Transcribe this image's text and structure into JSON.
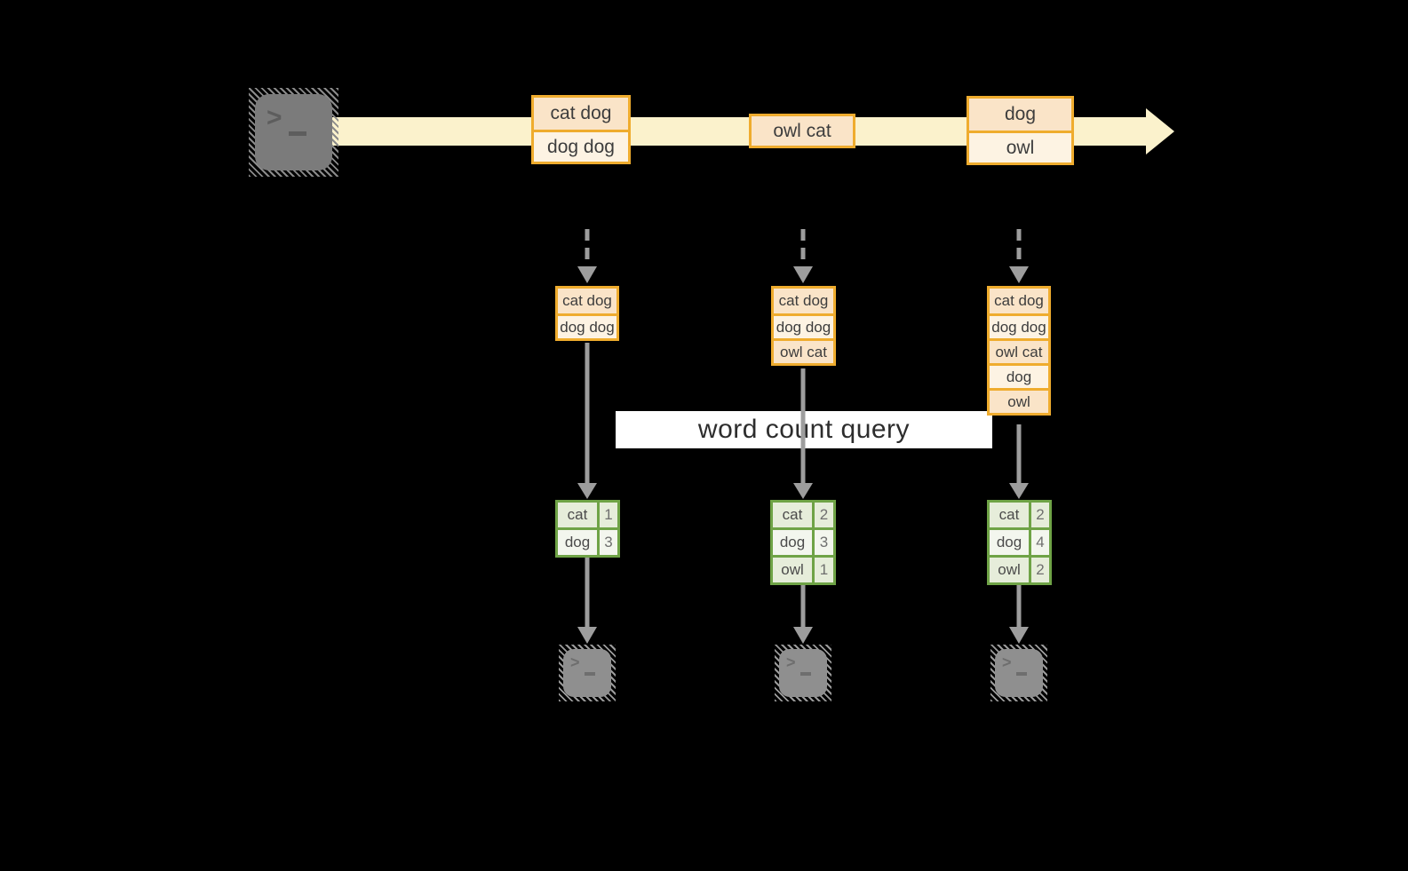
{
  "query_label": "word count query",
  "stream": {
    "source": "terminal-icon",
    "batches": [
      {
        "records": [
          "cat dog",
          "dog dog"
        ]
      },
      {
        "records": [
          "owl cat"
        ]
      },
      {
        "records": [
          "dog",
          "owl"
        ]
      }
    ]
  },
  "snapshots": [
    {
      "input_records": [
        "cat dog",
        "dog dog"
      ],
      "counts": [
        {
          "word": "cat",
          "count": "1"
        },
        {
          "word": "dog",
          "count": "3"
        }
      ]
    },
    {
      "input_records": [
        "cat dog",
        "dog dog",
        "owl cat"
      ],
      "counts": [
        {
          "word": "cat",
          "count": "2"
        },
        {
          "word": "dog",
          "count": "3"
        },
        {
          "word": "owl",
          "count": "1"
        }
      ]
    },
    {
      "input_records": [
        "cat dog",
        "dog dog",
        "owl cat",
        "dog",
        "owl"
      ],
      "counts": [
        {
          "word": "cat",
          "count": "2"
        },
        {
          "word": "dog",
          "count": "4"
        },
        {
          "word": "owl",
          "count": "2"
        }
      ]
    }
  ],
  "colors": {
    "record_border": "#EFAC2E",
    "record_fill_a": "#FAE4C8",
    "record_fill_b": "#FDF3E3",
    "stream_band": "#FBF2CC",
    "table_border": "#6FA346",
    "table_fill_a": "#E6EDDA",
    "table_fill_b": "#F3F6EE",
    "arrow_gray": "#9D9D9D",
    "background": "#000000"
  }
}
